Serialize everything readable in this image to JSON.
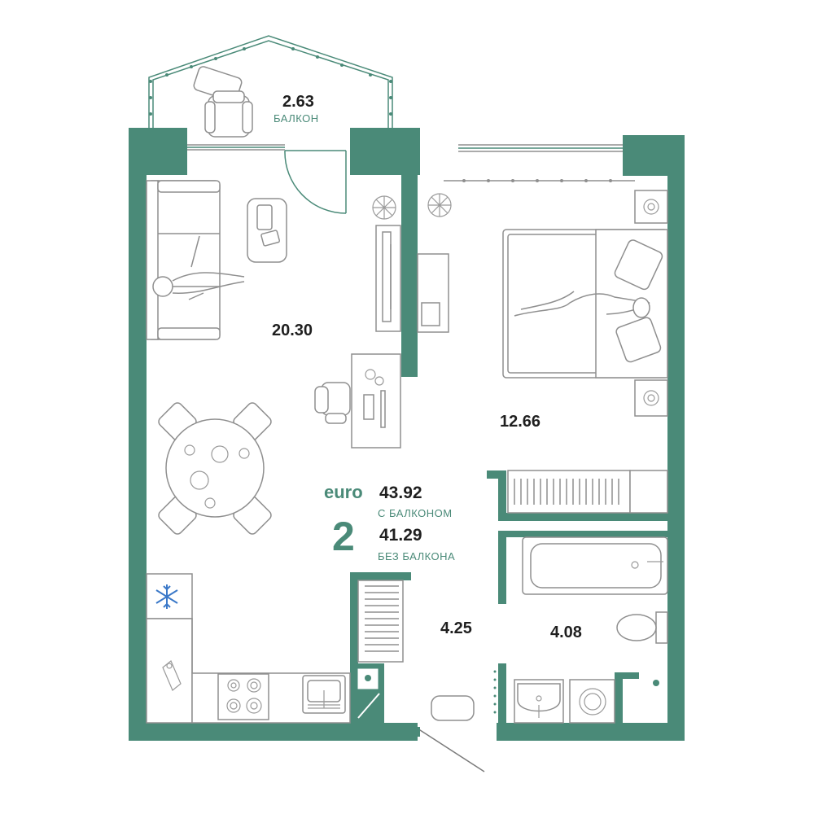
{
  "balcony": {
    "area": "2.63",
    "label": "БАЛКОН"
  },
  "rooms": {
    "living_kitchen": "20.30",
    "bedroom": "12.66",
    "hallway": "4.25",
    "bathroom": "4.08"
  },
  "summary": {
    "format": "euro",
    "room_count": "2",
    "area_with_balcony": "43.92",
    "label_with_balcony": "С БАЛКОНОМ",
    "area_without_balcony": "41.29",
    "label_without_balcony": "БЕЗ БАЛКОНА"
  },
  "colors": {
    "wall": "#4a8a78",
    "furniture_line": "#8f8f8f",
    "text": "#1f1f1f",
    "accent": "#4a8a78",
    "freezer_icon": "#3a78c8"
  },
  "icons": [
    "snowflake-icon",
    "plant-icon",
    "armchair-icon",
    "bed-icon",
    "bathtub-icon",
    "toilet-icon",
    "sink-icon",
    "washing-machine-icon",
    "stove-icon",
    "radiator-icon",
    "entrance-door-icon"
  ]
}
